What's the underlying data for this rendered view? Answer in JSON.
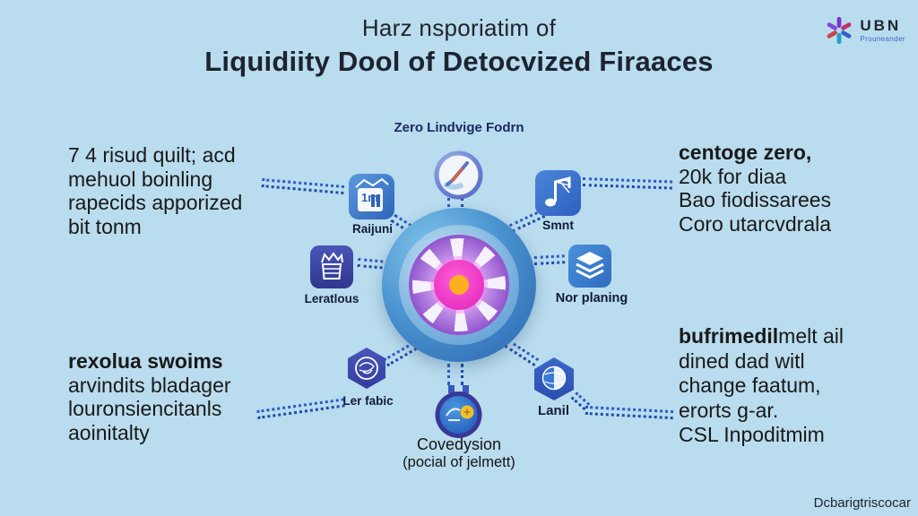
{
  "title": {
    "line1": "Harz nsporiatim of",
    "line2": "Liquidiity Dool of Detocvized Firaaces"
  },
  "logo": {
    "name": "UBN",
    "subtitle": "Prouneander"
  },
  "notes": {
    "top_left": {
      "lines": [
        "7 4 risud quilt; acd",
        "mehuol boinling",
        "rapecids apporized",
        "bit tonm"
      ]
    },
    "bottom_left": {
      "title": "rexolua swoims",
      "lines": [
        "arvindits bladager",
        "louronsiencitanls",
        "aoinitalty"
      ]
    },
    "top_right": {
      "title": "centoge zero,",
      "lines": [
        "20k for diaa",
        "Bao fiodissarees",
        "Coro utarcvdrala"
      ]
    },
    "bottom_right": {
      "title_bold": "bufrimedil",
      "title_rest": "melt ail",
      "lines": [
        "dined dad witl",
        "change faatum,",
        "erorts g-ar.",
        "CSL Inpoditmim"
      ]
    }
  },
  "nodes": {
    "top": {
      "label": "Zero Lindvige Fodrn",
      "icon": "pen-circle-icon"
    },
    "left_top": {
      "label": "Raijuni",
      "icon": "chart-frame-icon",
      "icon_text": "1m"
    },
    "left_mid": {
      "label": "Leratlous",
      "icon": "basket-icon"
    },
    "left_bottom": {
      "label": "Ler fabic",
      "icon": "scribble-badge-icon"
    },
    "bottom": {
      "label": "Covedysion",
      "sublabel": "(pocial of jelmett)",
      "icon": "medal-circle-icon"
    },
    "right_top": {
      "label": "Smnt",
      "icon": "music-note-icon"
    },
    "right_mid": {
      "label": "Nor planing",
      "icon": "layers-icon"
    },
    "right_bottom": {
      "label": "Lanil",
      "icon": "globe-shield-icon"
    }
  },
  "footer": {
    "watermark": "Dcbarigtriscocar"
  },
  "colors": {
    "background": "#b9dcee",
    "dotted_line": "#2a5cc8",
    "dotted_line_dark": "#1f4aa8",
    "icon_blue": "#3b7cd5",
    "icon_navy": "#3a46a0",
    "hub_blue": "#4a94d0",
    "hub_purple": "#7c3fb8",
    "hub_magenta": "#e928c0",
    "hub_core": "#ffb020",
    "text": "#1c1c1c"
  }
}
